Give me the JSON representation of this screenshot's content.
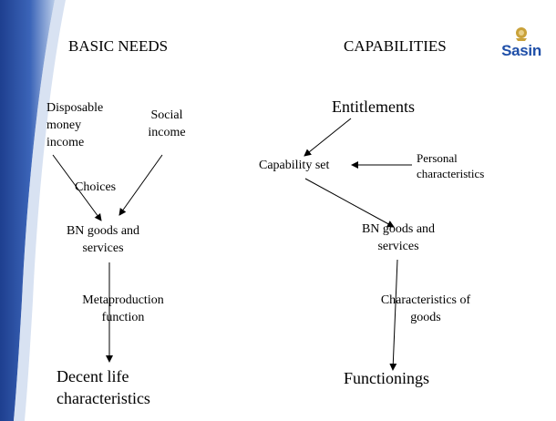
{
  "colors": {
    "stripe_dark": "#1e3f8f",
    "stripe_light": "#b8cbe8",
    "logo_blue": "#1f4fa8",
    "logo_gold": "#c9a23a"
  },
  "logo": {
    "text": "Sasin"
  },
  "basic_needs": {
    "title": "BASIC NEEDS",
    "disposable": [
      "Disposable",
      "money",
      "income"
    ],
    "social": [
      "Social",
      "income"
    ],
    "choices": "Choices",
    "bn_goods": [
      "BN goods and",
      "services"
    ],
    "metaproduction": [
      "Metaproduction",
      "function"
    ],
    "decent": [
      "Decent life",
      "characteristics"
    ]
  },
  "capabilities": {
    "title": "CAPABILITIES",
    "entitlements": "Entitlements",
    "capability_set": "Capability set",
    "personal": [
      "Personal",
      "characteristics"
    ],
    "bn_goods": [
      "BN goods and",
      "services"
    ],
    "characteristics_of": [
      "Characteristics of",
      "goods"
    ],
    "functionings": "Functionings"
  }
}
